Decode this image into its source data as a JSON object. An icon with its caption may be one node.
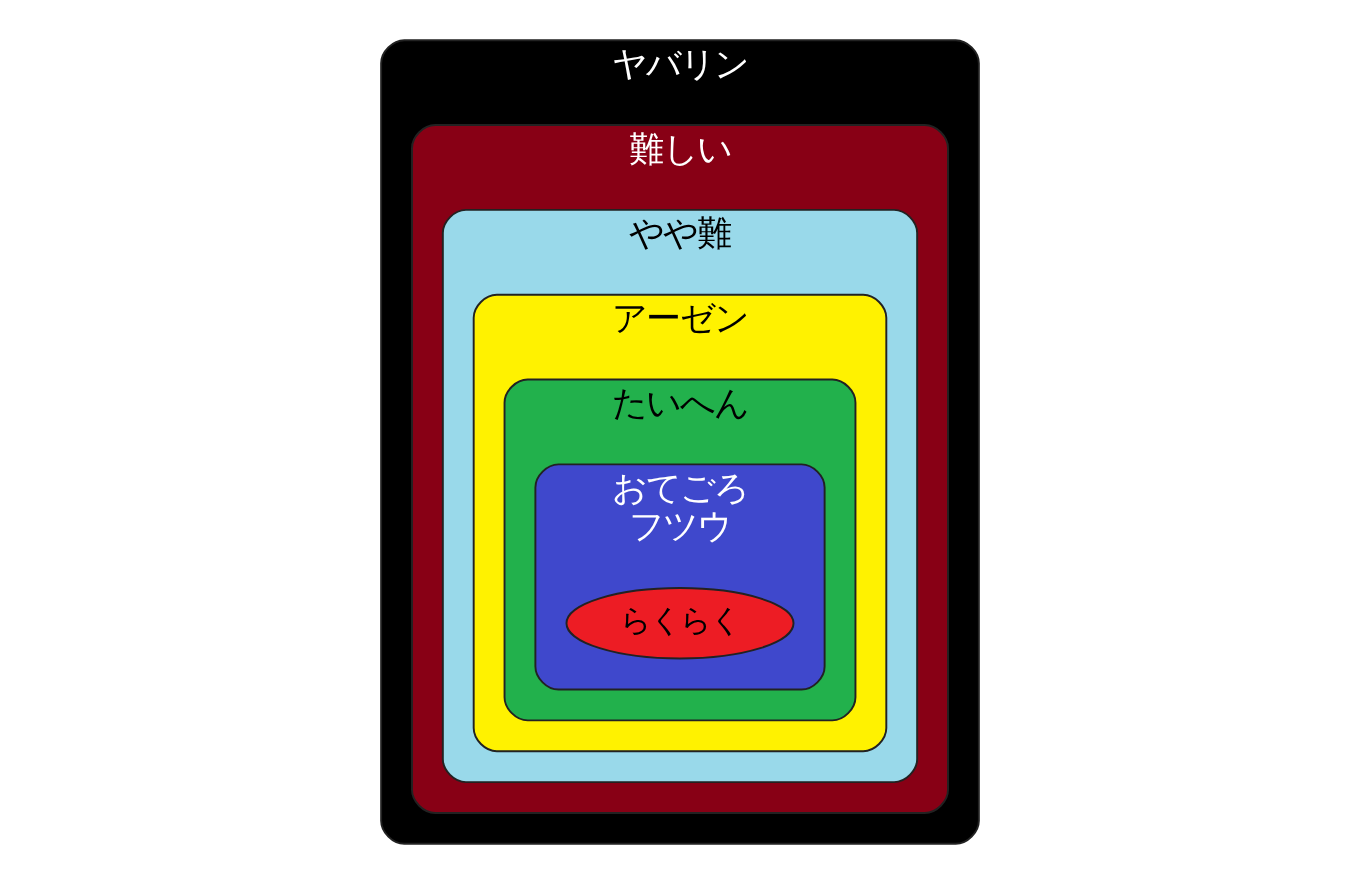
{
  "diagram": {
    "nodes": [
      {
        "text": [
          "ヤバリン"
        ]
      },
      {
        "text": [
          "難しい"
        ],
        "in": 0
      },
      {
        "text": [
          "やや難"
        ],
        "in": 1
      },
      {
        "text": [
          "アーゼン"
        ],
        "in": 2
      },
      {
        "text": [
          "たいへん"
        ],
        "in": 3
      },
      {
        "text": [
          "おてごろ",
          "フツウ"
        ],
        "in": 4
      },
      {
        "text": [
          "らくらく"
        ],
        "in": 5
      }
    ]
  }
}
